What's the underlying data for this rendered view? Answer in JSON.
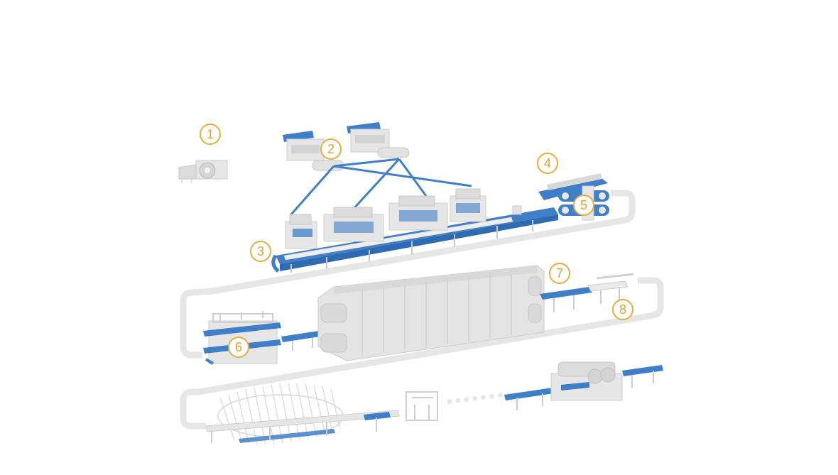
{
  "diagram": {
    "steps": [
      {
        "number": "1"
      },
      {
        "number": "2"
      },
      {
        "number": "3"
      },
      {
        "number": "4"
      },
      {
        "number": "5"
      },
      {
        "number": "6"
      },
      {
        "number": "7"
      },
      {
        "number": "8"
      }
    ]
  },
  "colors": {
    "accent_blue": "#3f7fc7",
    "machine_gray": "#e3e3e3",
    "machine_edge": "#cfcfcf",
    "badge_orange": "#e8ad3c",
    "flow_path": "#e6e6e6"
  }
}
